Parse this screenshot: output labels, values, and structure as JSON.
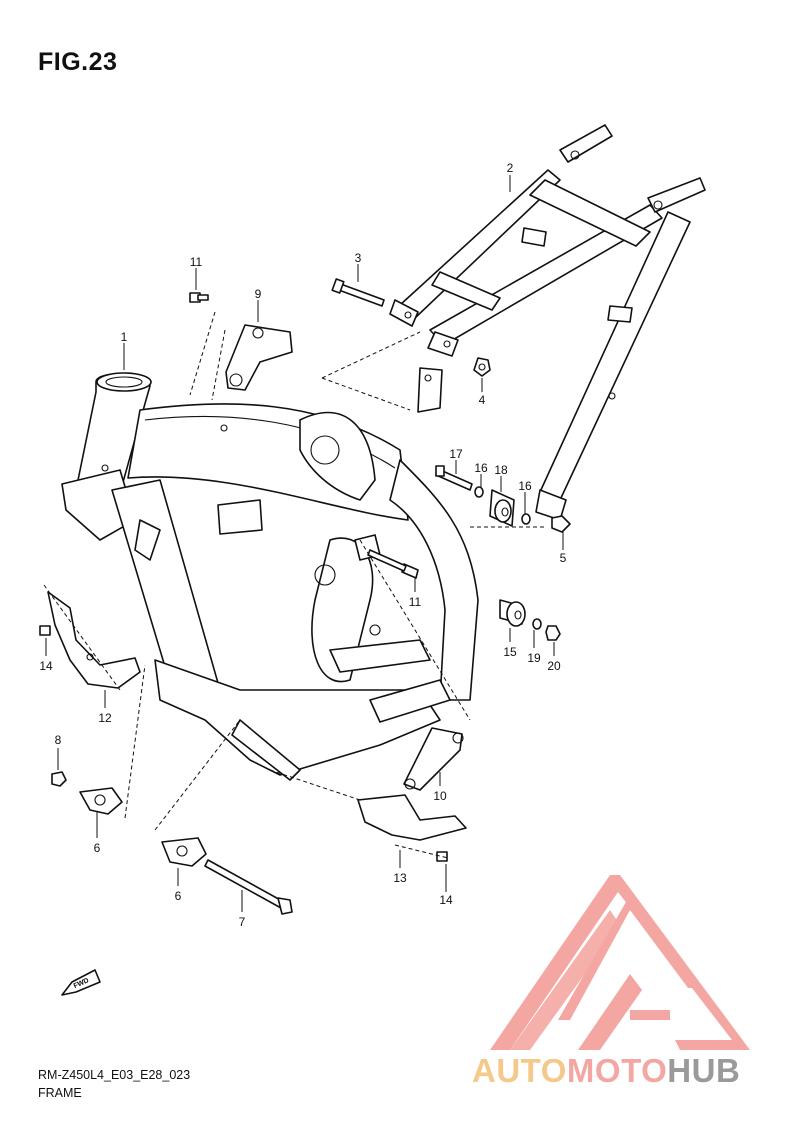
{
  "figure": {
    "title": "FIG.23",
    "model_code": "RM-Z450L4_E03_E28_023",
    "name": "FRAME"
  },
  "callouts": [
    "1",
    "2",
    "3",
    "4",
    "5",
    "6",
    "6",
    "7",
    "8",
    "9",
    "10",
    "11",
    "11",
    "12",
    "13",
    "14",
    "14",
    "15",
    "16",
    "16",
    "17",
    "18",
    "19",
    "20"
  ],
  "fwd_label": "FWD",
  "watermark": {
    "part1": "AUTO",
    "part2": "MOTO",
    "part3": "HUB",
    "colors": {
      "auto": "#f5c98c",
      "moto": "#f4a7a2",
      "hub": "#9a9a9a",
      "logo": "#f4a7a2"
    }
  }
}
